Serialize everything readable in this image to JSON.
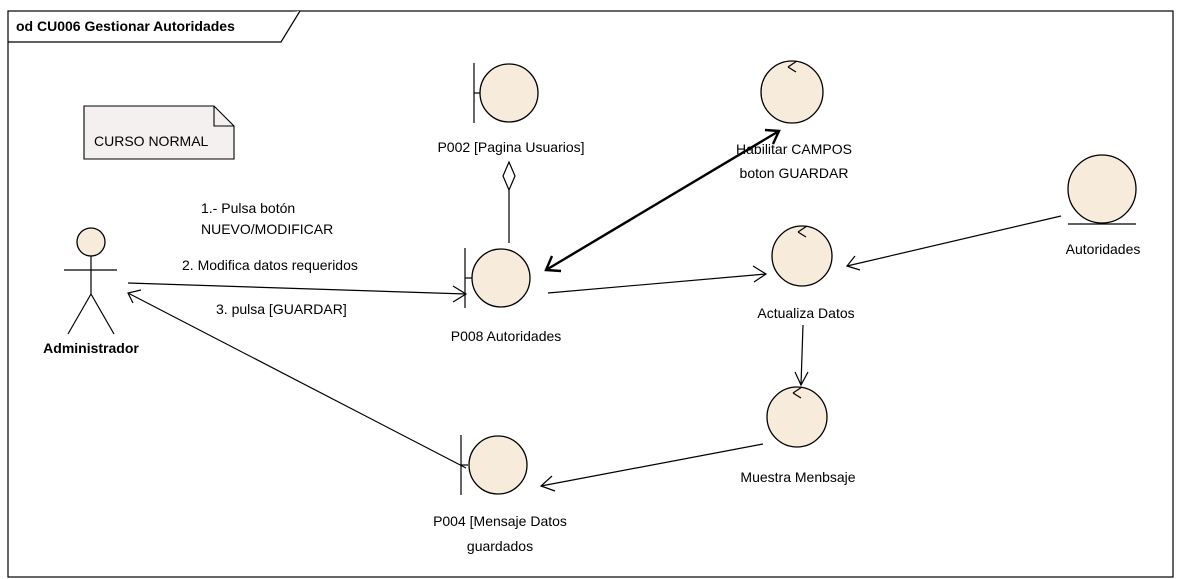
{
  "frame": {
    "title": "od CU006 Gestionar Autoridades"
  },
  "note": {
    "text": "CURSO NORMAL"
  },
  "actor": {
    "name": "Administrador"
  },
  "boundaries": {
    "p002": {
      "label": "P002 [Pagina Usuarios]"
    },
    "p008": {
      "label": "P008 Autoridades"
    },
    "p004": {
      "line1": "P004 [Mensaje Datos",
      "line2": "guardados"
    }
  },
  "controls": {
    "habilitar": {
      "line1": "Habilitar CAMPOS",
      "line2": "boton GUARDAR"
    },
    "actualiza": {
      "label": "Actualiza Datos"
    },
    "muestra": {
      "label": "Muestra Menbsaje"
    }
  },
  "entity": {
    "label": "Autoridades"
  },
  "messages": {
    "m1_line1": "1.- Pulsa botón",
    "m1_line2": "NUEVO/MODIFICAR",
    "m2": "2. Modifica datos requeridos",
    "m3": "3. pulsa [GUARDAR]"
  },
  "colors": {
    "element_fill": "#f7ecdb",
    "note_fill": "#f5f0f0",
    "stroke": "#000000"
  }
}
